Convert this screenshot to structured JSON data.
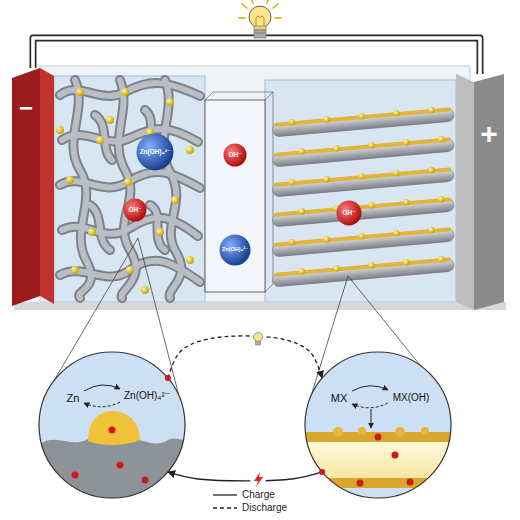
{
  "diagram": {
    "nodes": [
      {
        "text": [
          "−"
        ]
      },
      {
        "text": [
          "Zn(OH)₄²⁻"
        ]
      },
      {
        "text": [
          "OH⁻"
        ]
      },
      {
        "text": [
          "OH⁻"
        ]
      },
      {
        "text": [
          "Zn(OH)₄²⁻"
        ]
      },
      {
        "text": [
          "OH⁻"
        ]
      },
      {
        "text": [
          "+"
        ]
      },
      {
        "text": [
          "Zn",
          "Zn(OH)₄²⁻"
        ]
      },
      {
        "text": [
          "MX",
          "MX(OH)"
        ]
      }
    ],
    "edges": [
      {
        "from": 0,
        "to": 6,
        "arrow": "none"
      },
      {
        "from": 7,
        "to": 8,
        "arrow": "to"
      },
      {
        "from": 8,
        "to": 7,
        "arrow": "to"
      }
    ],
    "legend": [
      {
        "text": "Charge"
      },
      {
        "text": "Discharge"
      }
    ]
  }
}
